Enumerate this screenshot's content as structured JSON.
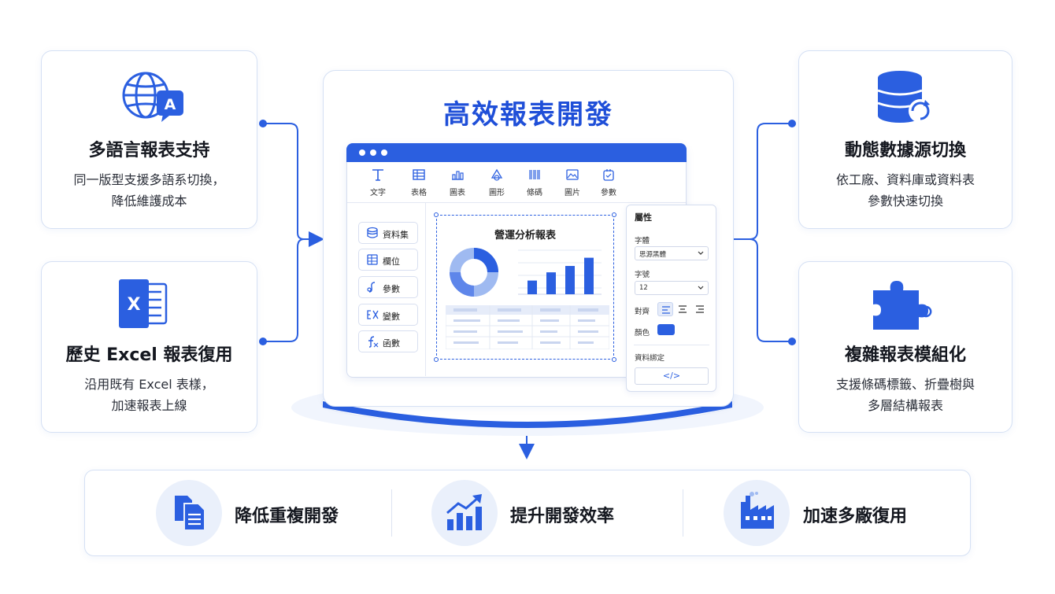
{
  "center": {
    "title": "高效報表開發",
    "toolbar": [
      {
        "label": "文字",
        "icon": "text-icon"
      },
      {
        "label": "表格",
        "icon": "table-icon"
      },
      {
        "label": "圖表",
        "icon": "chart-icon"
      },
      {
        "label": "圖形",
        "icon": "shape-icon"
      },
      {
        "label": "條碼",
        "icon": "barcode-icon"
      },
      {
        "label": "圖片",
        "icon": "image-icon"
      },
      {
        "label": "參數",
        "icon": "parameter-icon"
      }
    ],
    "sidebar": [
      {
        "label": "資料集",
        "icon": "database-icon"
      },
      {
        "label": "欄位",
        "icon": "field-icon"
      },
      {
        "label": "參數",
        "icon": "parameter-icon"
      },
      {
        "label": "變數",
        "icon": "variable-icon"
      },
      {
        "label": "函數",
        "icon": "function-icon"
      }
    ],
    "canvas": {
      "report_title": "營運分析報表"
    },
    "properties": {
      "title": "屬性",
      "font_label": "字體",
      "font_value": "思源黑體",
      "size_label": "字號",
      "size_value": "12",
      "align_label": "對齊",
      "color_label": "顏色",
      "binding_label": "資料綁定",
      "binding_code": "</>",
      "accent_color": "#2b5fe0"
    }
  },
  "chart_data": {
    "type": "bar",
    "categories": [
      "",
      "",
      "",
      ""
    ],
    "values": [
      30,
      48,
      62,
      80
    ],
    "ylim": [
      0,
      100
    ]
  },
  "cards": {
    "top_left": {
      "title": "多語言報表支持",
      "desc": [
        "同一版型支援多語系切換，",
        "降低維護成本"
      ],
      "icon": "globe-translate-icon",
      "icon_letter": "A"
    },
    "bottom_left": {
      "title": "歷史 Excel 報表復用",
      "desc": [
        "沿用既有 Excel 表樣，",
        "加速報表上線"
      ],
      "icon": "excel-icon",
      "icon_letter": "X"
    },
    "top_right": {
      "title": "動態數據源切換",
      "desc": [
        "依工廠、資料庫或資料表",
        "參數快速切換"
      ],
      "icon": "database-refresh-icon"
    },
    "bottom_right": {
      "title": "複雜報表模組化",
      "desc": [
        "支援條碼標籤、折疊樹與",
        "多層結構報表"
      ],
      "icon": "puzzle-icon"
    }
  },
  "bottom": [
    {
      "label": "降低重複開發",
      "icon": "copy-documents-icon"
    },
    {
      "label": "提升開發效率",
      "icon": "growth-chart-icon"
    },
    {
      "label": "加速多廠復用",
      "icon": "factory-icon"
    }
  ],
  "colors": {
    "primary": "#2b5fe0",
    "light": "#eaf0fb",
    "border": "#d5e0f4"
  }
}
